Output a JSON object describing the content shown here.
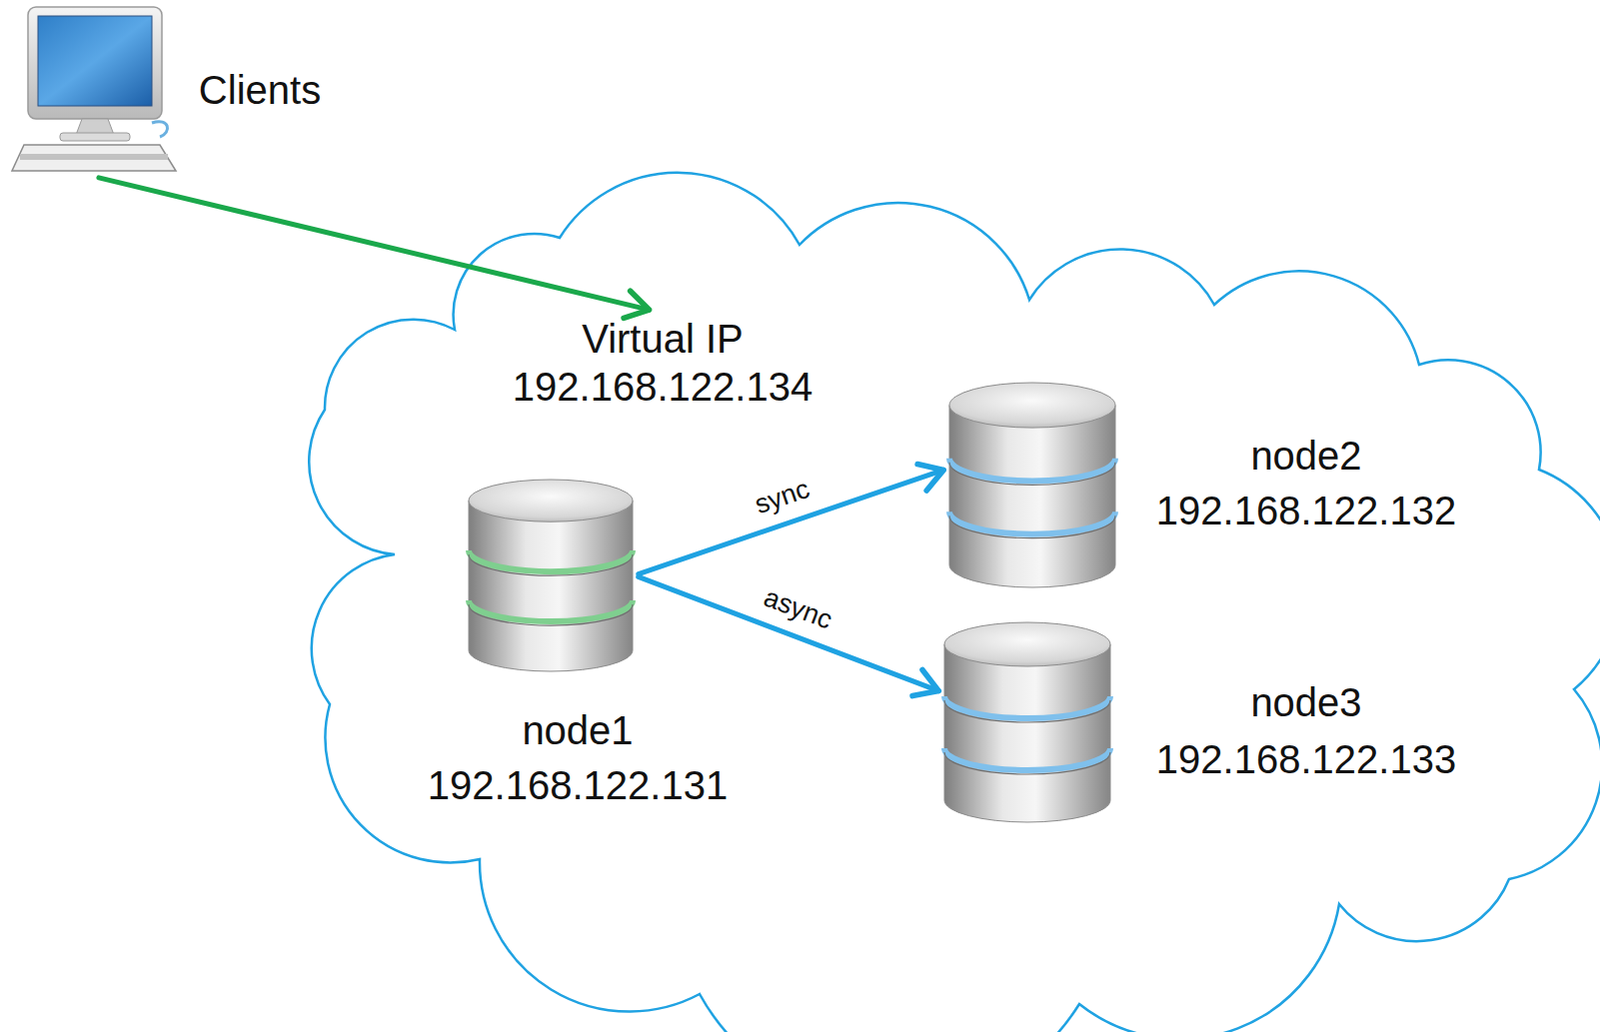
{
  "diagram": {
    "nodes": [
      {
        "text": [
          "Clients"
        ]
      },
      {
        "text": [
          "Virtual IP",
          "192.168.122.134"
        ]
      },
      {
        "text": [
          "node1",
          "192.168.122.131"
        ]
      },
      {
        "text": [
          "node2",
          "192.168.122.132"
        ]
      },
      {
        "text": [
          "node3",
          "192.168.122.133"
        ]
      }
    ],
    "edges": [
      {
        "from": 0,
        "to": 1,
        "arrow": "to"
      },
      {
        "from": 2,
        "to": 3,
        "label": "sync",
        "arrow": "to"
      },
      {
        "from": 2,
        "to": 4,
        "label": "async",
        "arrow": "to"
      }
    ]
  }
}
